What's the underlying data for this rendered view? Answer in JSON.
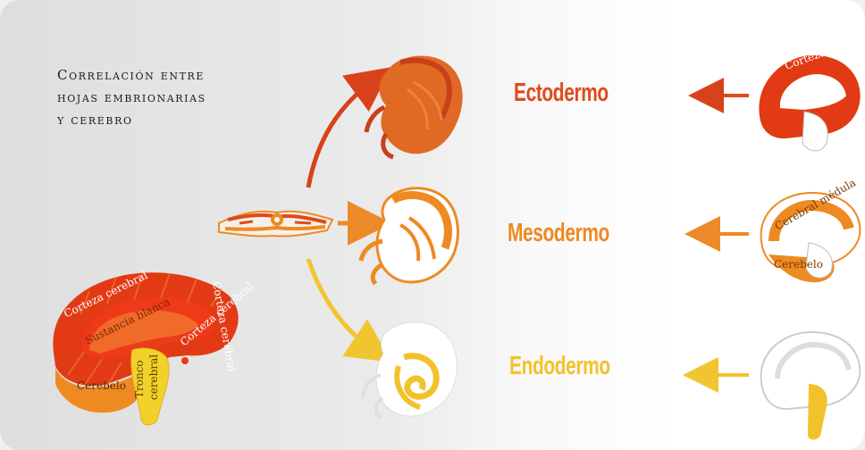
{
  "title": {
    "line1": "Correlación entre",
    "line2": "hojas embrionarias",
    "line3": "y cerebro"
  },
  "layers": {
    "ectodermo": {
      "label": "Ectodermo",
      "color": "#e04a1a"
    },
    "mesodermo": {
      "label": "Mesodermo",
      "color": "#ee8a22"
    },
    "endodermo": {
      "label": "Endodermo",
      "color": "#f2c22a"
    }
  },
  "brain_labels": {
    "corteza_top": "Corteza cerebral",
    "corteza_right_top": "Corteza cerebral",
    "corteza_right_bottom": "Corteza cerebral",
    "sustancia_blanca": "Sustancia blanca",
    "cerebelo": "Cerebelo",
    "tronco": "Tronco",
    "cerebral": "cerebral"
  },
  "small_brain_labels": {
    "ecto": "Corteza cerebral",
    "meso_top": "Cerebral médula",
    "meso_bottom": "Cerebelo"
  },
  "colors": {
    "red": "#e23a14",
    "orange": "#ef8a22",
    "yellow": "#f2c22a"
  }
}
